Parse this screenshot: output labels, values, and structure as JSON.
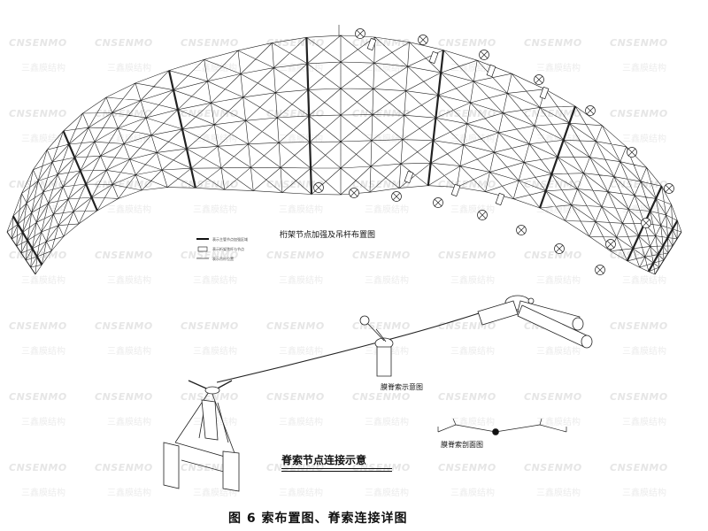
{
  "watermark": {
    "latin": "CNSENMO",
    "chinese": "三鑫膜结构"
  },
  "labels": {
    "top_plan_title": "桁架节点加强及吊杆布置图",
    "ridge_cable_schematic": "膜脊索示意图",
    "ridge_cable_section": "膜脊索剖面图",
    "ridge_cable_connection": "脊索节点连接示意",
    "figure_caption": "图 6 索布置图、脊索连接详图"
  },
  "legend": [
    {
      "symbol": "thick-line",
      "text": "表示主管节点加强区域"
    },
    {
      "symbol": "box",
      "text": "表示桁架弦杆与节点"
    },
    {
      "symbol": "thin-line",
      "text": "表示吊杆位置"
    }
  ],
  "colors": {
    "line": "#222222",
    "watermark": "#e6e6e6",
    "background": "#ffffff"
  }
}
